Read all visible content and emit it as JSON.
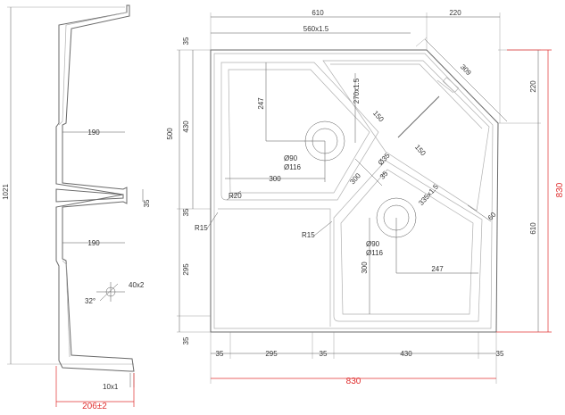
{
  "colors": {
    "outline": "#6a6a6a",
    "dimension_line": "#555555",
    "overall_dimension": "#e03030",
    "background": "#ffffff"
  },
  "side_view": {
    "height_label": "1021",
    "width_190_top": "190",
    "width_190_bottom": "190",
    "divider_35": "35",
    "angle_label": "32°",
    "hole_label": "40x2",
    "base_label": "10x1",
    "overall_width": "206±2"
  },
  "plan_view": {
    "top_610": "610",
    "top_220": "220",
    "inner_560": "560x1.5",
    "left_35_top": "35",
    "left_500": "500",
    "left_430": "430",
    "left_35_mid": "35",
    "left_295": "295",
    "left_35_bottom": "35",
    "dim_247_upper": "247",
    "dim_270": "270x1.5",
    "dim_150_a": "150",
    "dim_150_b": "150",
    "dim_309": "309",
    "right_220": "220",
    "right_610": "610",
    "right_830": "830",
    "drain_upper_a": "Ø90",
    "drain_upper_b": "Ø116",
    "drain_lower_a": "Ø90",
    "drain_lower_b": "Ø116",
    "dim_300_upper": "300",
    "dim_300_diag": "300",
    "dim_35_diag_a": "Ø35",
    "dim_35_diag_b": "35",
    "dim_335": "335x1.5",
    "dim_60": "60",
    "dim_300_lower": "300",
    "dim_247_lower": "247",
    "r20": "R20",
    "r15_left": "R15",
    "r15_inner": "R15",
    "bottom_35_a": "35",
    "bottom_295": "295",
    "bottom_35_b": "35",
    "bottom_430": "430",
    "bottom_35_c": "35",
    "bottom_830": "830"
  }
}
